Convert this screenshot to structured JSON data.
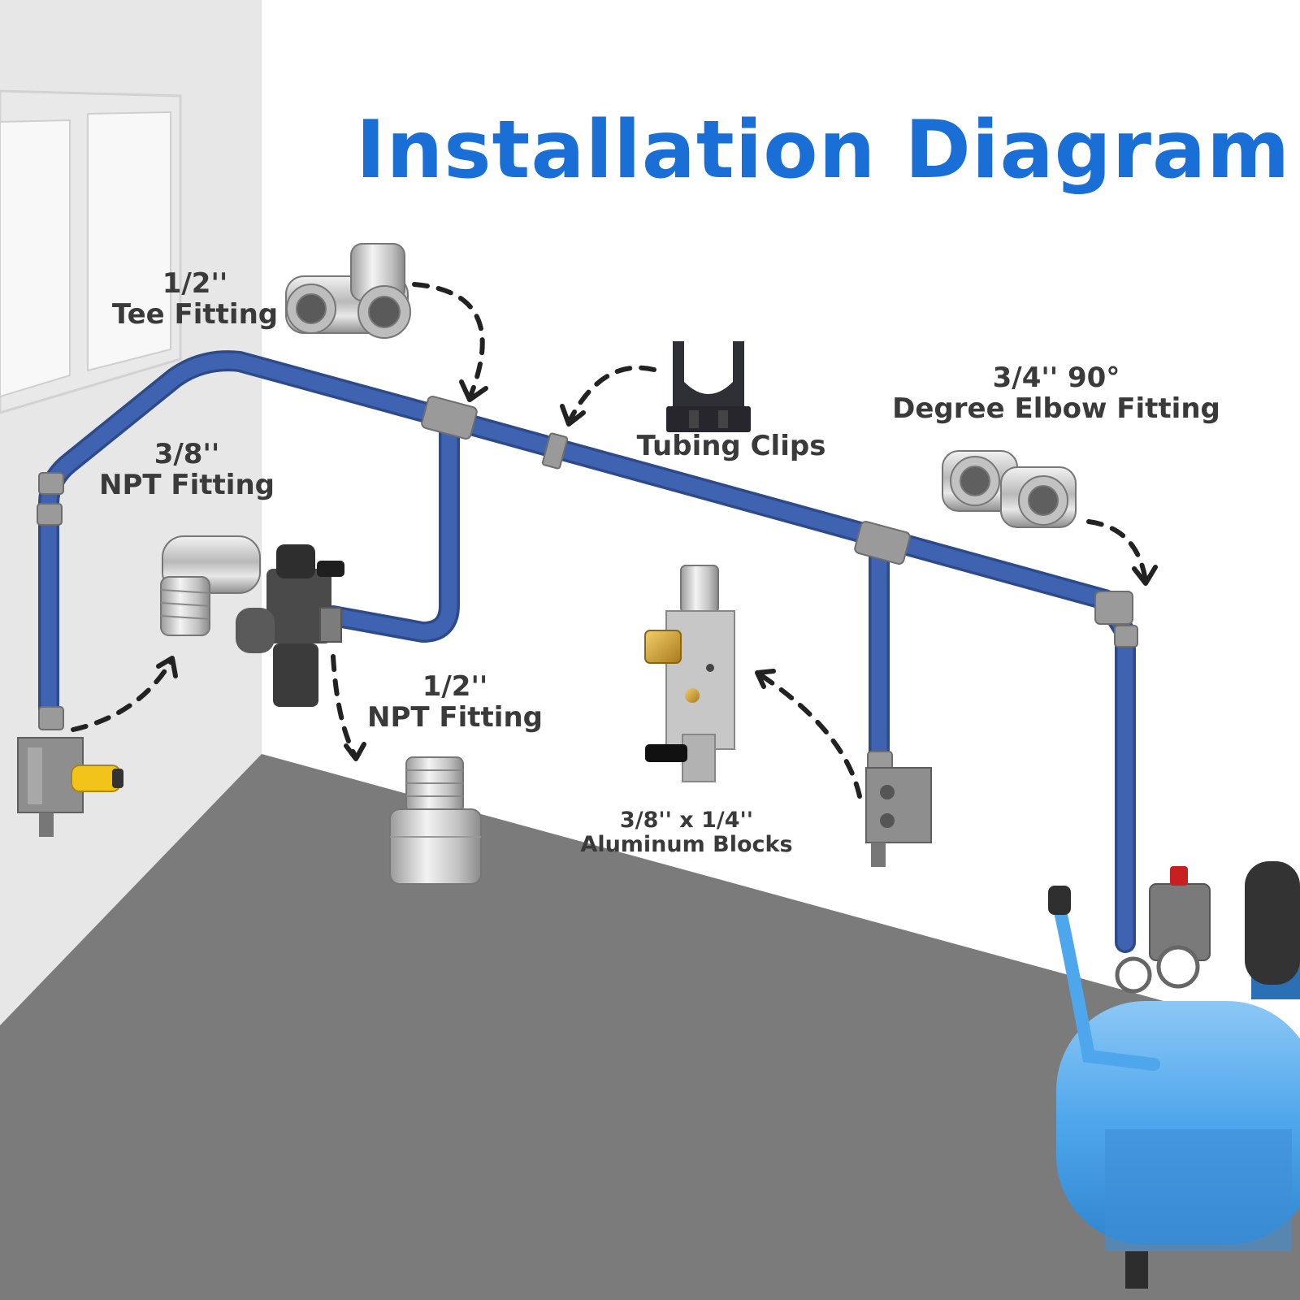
{
  "title": "Installation Diagram",
  "labels": {
    "tee_fitting": {
      "line1": "1/2''",
      "line2": "Tee Fitting"
    },
    "npt_38": {
      "line1": "3/8''",
      "line2": "NPT Fitting"
    },
    "tubing_clips": {
      "line1": "Tubing Clips"
    },
    "elbow": {
      "line1": "3/4'' 90°",
      "line2": "Degree Elbow Fitting"
    },
    "npt_12": {
      "line1": "1/2''",
      "line2": "NPT Fitting"
    },
    "aluminum_blocks": {
      "line1": "3/8'' x 1/4''",
      "line2": "Aluminum Blocks"
    }
  },
  "colors": {
    "title": "#1a6fd6",
    "pipe": "#3d5fa8",
    "pipe_highlight": "#5f80c4",
    "floor": "#7a7a7a",
    "wall": "#ffffff",
    "side_wall": "#e5e5e5",
    "tank": "#5aaeef",
    "label": "#3a3a3a"
  },
  "icons": [
    "tee-fitting-icon",
    "tubing-clip-icon",
    "elbow-fitting-icon",
    "npt-fitting-icon",
    "aluminum-block-icon",
    "filter-regulator-icon",
    "air-compressor-icon",
    "window-icon"
  ]
}
